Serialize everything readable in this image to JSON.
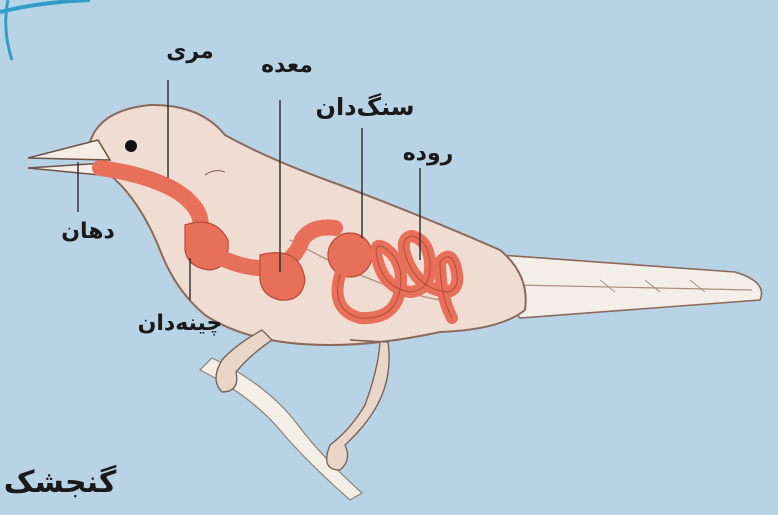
{
  "title": "گنجشک",
  "labels": {
    "esophagus": "مری",
    "stomach": "معده",
    "gizzard": "سنگ‌دان",
    "intestine": "روده",
    "mouth": "دهان",
    "crop": "چینه‌دان"
  },
  "colors": {
    "background": "#b9d3e6",
    "bird_body": "#efdcd2",
    "bird_outline": "#8c6a5a",
    "digestive_tract": "#e8705a",
    "tail": "#f4eee9",
    "legs": "#e9d6c8",
    "branch": "#f3efe6",
    "border_accent": "#2f9fc7"
  }
}
